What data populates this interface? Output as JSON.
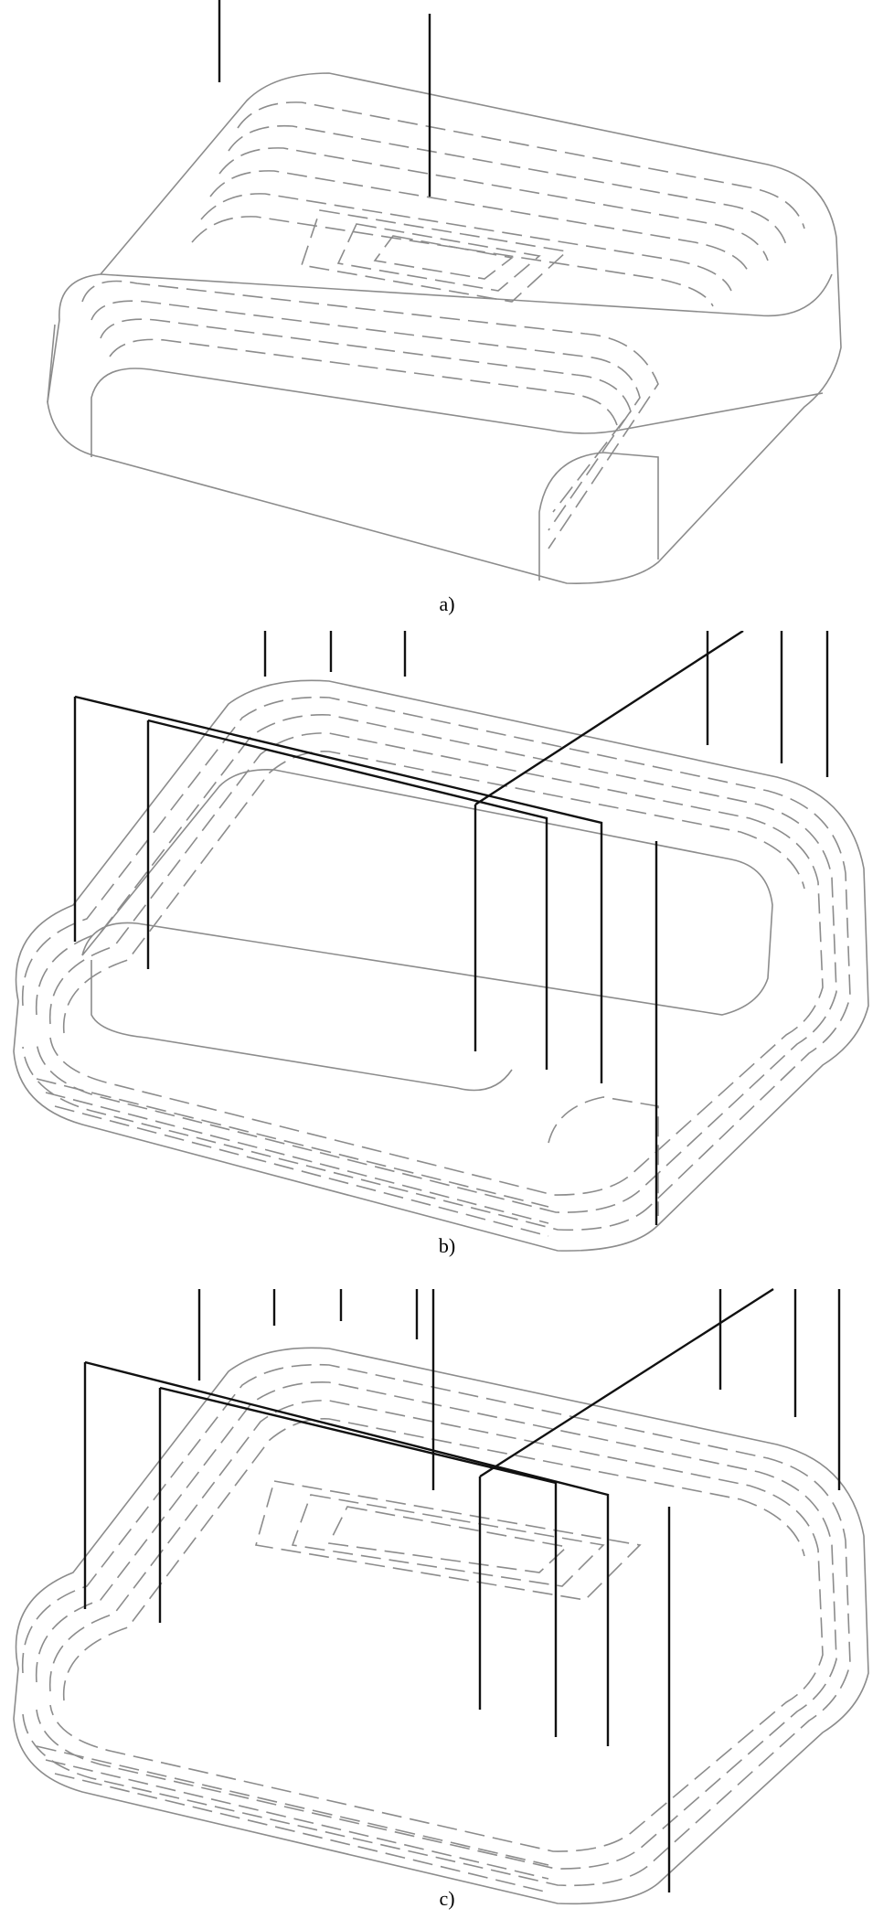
{
  "figure": {
    "panels": [
      {
        "caption": "a)"
      },
      {
        "caption": "b)"
      },
      {
        "caption": "c)"
      }
    ]
  }
}
